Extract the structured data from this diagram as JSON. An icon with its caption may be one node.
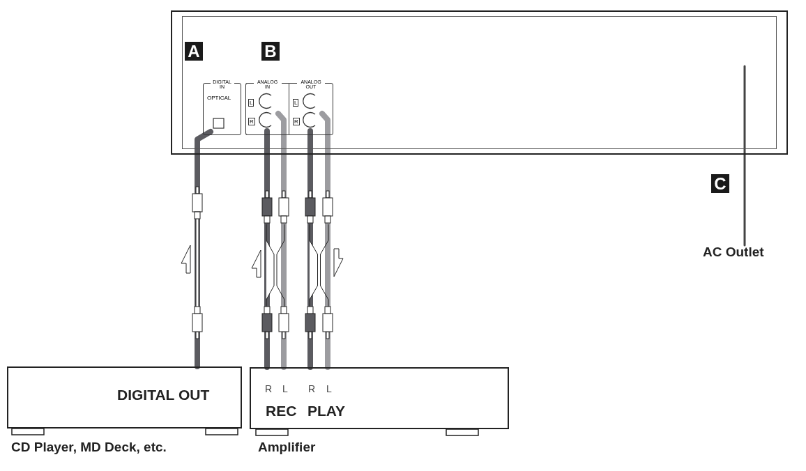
{
  "diagram": {
    "nodes": [
      {
        "text": [],
        "shape": "box"
      },
      {
        "text": [
          "DIGITAL IN",
          "OPTICAL"
        ],
        "in": 0
      },
      {
        "text": [
          "ANALOG IN",
          "L",
          "R"
        ],
        "in": 0
      },
      {
        "text": [
          "ANALOG OUT",
          "L",
          "R"
        ],
        "in": 0
      },
      {
        "text": [
          "DIGITAL OUT"
        ],
        "beside": [
          "CD Player, MD Deck, etc."
        ]
      },
      {
        "text": [
          "R",
          "L",
          "R",
          "L",
          "REC",
          "PLAY"
        ],
        "beside": [
          "Amplifier"
        ]
      },
      {
        "text": [
          "AC Outlet"
        ]
      }
    ],
    "edges": [
      {
        "from": 4,
        "to": 1,
        "arrow": "none"
      },
      {
        "from": 5,
        "to": 2,
        "arrow": "none"
      },
      {
        "from": 5,
        "to": 2,
        "arrow": "none",
        "color": "#9c9ca0"
      },
      {
        "from": 5,
        "to": 3,
        "arrow": "none"
      },
      {
        "from": 5,
        "to": 3,
        "arrow": "none",
        "color": "#9c9ca0"
      },
      {
        "from": 0,
        "to": 6,
        "arrow": "none",
        "color": "#444444"
      }
    ],
    "labels": [
      "A",
      "B",
      "C"
    ]
  }
}
